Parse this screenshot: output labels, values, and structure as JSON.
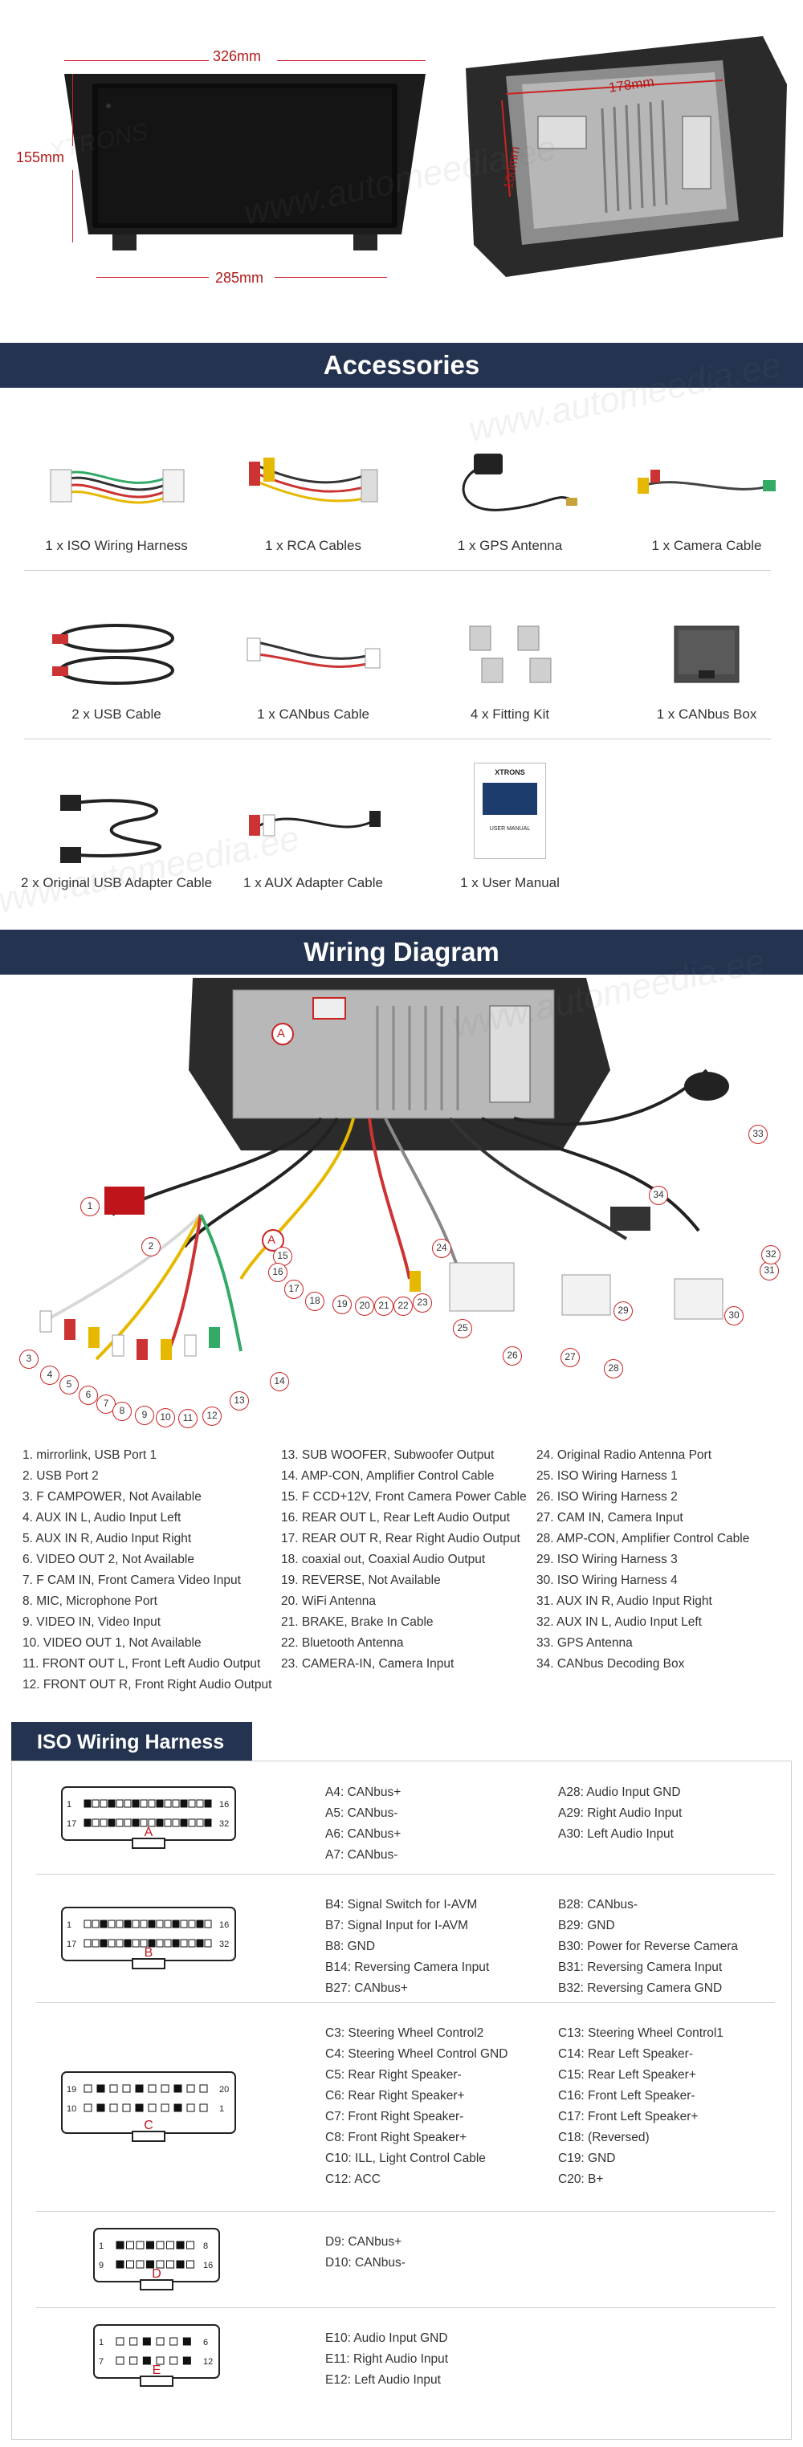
{
  "hero": {
    "width_label": "326mm",
    "height_label": "155mm",
    "bottom_label": "285mm",
    "back_width_label": "178mm",
    "back_height_label": "100mm",
    "brand": "XTRONS",
    "watermark": "www.automeedia.ee"
  },
  "accessories": {
    "title": "Accessories",
    "items": [
      {
        "label": "1 x ISO Wiring Harness"
      },
      {
        "label": "1 x RCA Cables"
      },
      {
        "label": "1 x GPS Antenna"
      },
      {
        "label": "1 x Camera Cable"
      },
      {
        "label": "2 x USB Cable"
      },
      {
        "label": "1 x CANbus Cable"
      },
      {
        "label": "4 x Fitting Kit"
      },
      {
        "label": "1 x CANbus Box"
      },
      {
        "label": "2 x Original USB Adapter Cable"
      },
      {
        "label": "1 x AUX Adapter Cable"
      },
      {
        "label": "1 x User Manual"
      }
    ],
    "manual_brand": "XTRONS",
    "manual_title": "USER MANUAL"
  },
  "wiring": {
    "title": "Wiring Diagram",
    "marker_a": "A",
    "numbers": [
      "1",
      "2",
      "3",
      "4",
      "5",
      "6",
      "7",
      "8",
      "9",
      "10",
      "11",
      "12",
      "13",
      "14",
      "15",
      "16",
      "17",
      "18",
      "19",
      "20",
      "21",
      "22",
      "23",
      "24",
      "25",
      "26",
      "27",
      "28",
      "29",
      "30",
      "31",
      "32",
      "33",
      "34"
    ],
    "legend_col1": [
      "1. mirrorlink, USB Port 1",
      "2. USB Port 2",
      "3. F CAMPOWER, Not Available",
      "4. AUX IN L, Audio Input Left",
      "5. AUX IN R, Audio Input Right",
      "6. VIDEO OUT 2, Not Available",
      "7. F CAM IN, Front Camera Video Input",
      "8. MIC, Microphone Port",
      "9. VIDEO IN, Video Input",
      "10. VIDEO OUT 1, Not Available",
      "11. FRONT OUT L, Front Left Audio Output",
      "12. FRONT OUT R, Front Right Audio Output"
    ],
    "legend_col2": [
      "13. SUB WOOFER, Subwoofer Output",
      "14. AMP-CON, Amplifier Control Cable",
      "15. F CCD+12V, Front Camera Power Cable",
      "16. REAR OUT L, Rear Left Audio Output",
      "17. REAR OUT R, Rear Right Audio Output",
      "18. coaxial out, Coaxial Audio Output",
      "19. REVERSE, Not Available",
      "20. WiFi Antenna",
      "21. BRAKE, Brake In Cable",
      "22. Bluetooth Antenna",
      "23. CAMERA-IN, Camera Input"
    ],
    "legend_col3": [
      "24. Original Radio Antenna Port",
      "25. ISO Wiring Harness 1",
      "26. ISO Wiring Harness 2",
      "27. CAM IN, Camera Input",
      "28. AMP-CON, Amplifier Control Cable",
      "29. ISO Wiring Harness 3",
      "30. ISO Wiring Harness 4",
      "31. AUX IN R, Audio Input Right",
      "32. AUX IN L, Audio Input Left",
      "33. GPS Antenna",
      "34. CANbus Decoding Box"
    ]
  },
  "iso": {
    "title": "ISO Wiring Harness",
    "connectors": [
      {
        "letter": "A",
        "pin_labels": [
          "1",
          "16",
          "17",
          "32"
        ],
        "left": [
          "A4: CANbus+",
          "A5: CANbus-",
          "A6: CANbus+",
          "A7: CANbus-"
        ],
        "right": [
          "A28: Audio Input GND",
          "A29: Right Audio Input",
          "A30: Left Audio Input"
        ]
      },
      {
        "letter": "B",
        "pin_labels": [
          "1",
          "16",
          "17",
          "32"
        ],
        "left": [
          "B4: Signal Switch for I-AVM",
          "B7: Signal Input for I-AVM",
          "B8: GND",
          "B14: Reversing Camera Input",
          "B27: CANbus+"
        ],
        "right": [
          "B28: CANbus-",
          "B29: GND",
          "B30: Power for Reverse Camera",
          "B31: Reversing Camera Input",
          "B32: Reversing Camera GND"
        ]
      },
      {
        "letter": "C",
        "pin_labels": [
          "19",
          "20",
          "10",
          "1"
        ],
        "left": [
          "C3: Steering Wheel Control2",
          "C4: Steering Wheel Control GND",
          "C5: Rear Right Speaker-",
          "C6: Rear Right Speaker+",
          "C7: Front Right Speaker-",
          "C8: Front Right Speaker+",
          "C10:  ILL, Light Control Cable",
          "C12: ACC"
        ],
        "right": [
          "C13: Steering Wheel Control1",
          "C14: Rear Left Speaker-",
          "C15: Rear Left Speaker+",
          "C16: Front Left Speaker-",
          "C17: Front Left Speaker+",
          "C18: (Reversed)",
          "C19: GND",
          "C20: B+"
        ]
      },
      {
        "letter": "D",
        "pin_labels": [
          "1",
          "8",
          "9",
          "16"
        ],
        "left": [
          "D9: CANbus+",
          "D10: CANbus-"
        ],
        "right": []
      },
      {
        "letter": "E",
        "pin_labels": [
          "1",
          "6",
          "7",
          "12"
        ],
        "left": [
          "E10: Audio Input GND",
          "E11: Right Audio Input",
          "E12: Left Audio Input"
        ],
        "right": []
      }
    ]
  },
  "colors": {
    "banner": "#233350",
    "dimension": "#c22233",
    "connector_red": "#c0141b"
  }
}
